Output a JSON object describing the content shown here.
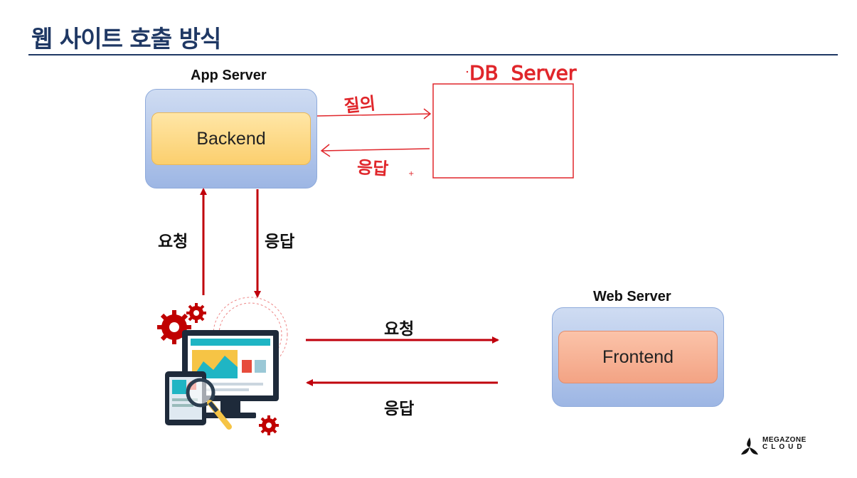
{
  "title": "웹 사이트 호출 방식",
  "app_server": {
    "label": "App Server",
    "inner": "Backend"
  },
  "web_server": {
    "label": "Web Server",
    "inner": "Frontend"
  },
  "db_server": {
    "label": "DB  Server",
    "query": "질의",
    "response": "응답"
  },
  "vertical_arrows": {
    "request": "요청",
    "response": "응답"
  },
  "horizontal_arrows": {
    "request": "요청",
    "response": "응답"
  },
  "logo": {
    "line1": "MEGAZONE",
    "line2": "CLOUD"
  },
  "colors": {
    "arrow": "#c0000c",
    "title": "#1f3864",
    "handwriting": "#e0262b"
  }
}
